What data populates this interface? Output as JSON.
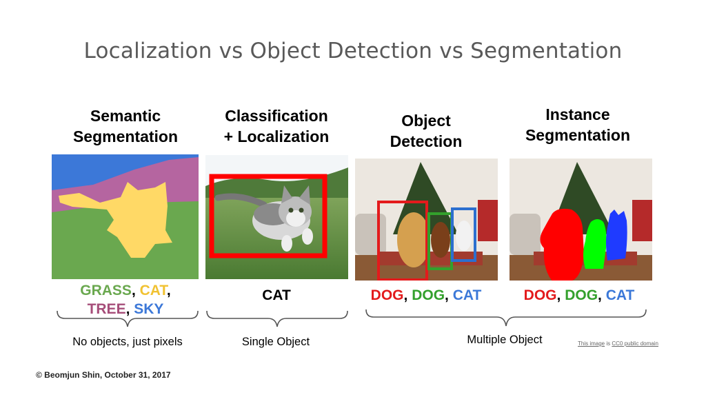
{
  "title": "Localization vs Object Detection vs Segmentation",
  "colors": {
    "grass": "#6aa84f",
    "cat": "#f1c232",
    "tree": "#a64d79",
    "sky": "#3c78d8",
    "red": "#e31a1c",
    "green": "#33a02c",
    "blue": "#3b78d8"
  },
  "columns": [
    {
      "heading_lines": [
        "Semantic",
        "Segmentation"
      ],
      "label_line1": [
        {
          "text": "GRASS",
          "color": "grass"
        },
        {
          "text": ", ",
          "color": "black"
        },
        {
          "text": "CAT",
          "color": "cat"
        },
        {
          "text": ",",
          "color": "black"
        }
      ],
      "label_line2": [
        {
          "text": "TREE",
          "color": "tree"
        },
        {
          "text": ", ",
          "color": "black"
        },
        {
          "text": "SKY",
          "color": "sky"
        }
      ]
    },
    {
      "heading_lines": [
        "Classification",
        "+ Localization"
      ],
      "label_line1": [
        {
          "text": "CAT",
          "color": "black"
        }
      ]
    },
    {
      "heading_lines": [
        "Object",
        "Detection"
      ],
      "label_line1": [
        {
          "text": "DOG",
          "color": "red"
        },
        {
          "text": ", ",
          "color": "black"
        },
        {
          "text": "DOG",
          "color": "green"
        },
        {
          "text": ", ",
          "color": "black"
        },
        {
          "text": "CAT",
          "color": "blue"
        }
      ]
    },
    {
      "heading_lines": [
        "Instance",
        "Segmentation"
      ],
      "label_line1": [
        {
          "text": "DOG",
          "color": "red"
        },
        {
          "text": ", ",
          "color": "black"
        },
        {
          "text": "DOG",
          "color": "green"
        },
        {
          "text": ", ",
          "color": "black"
        },
        {
          "text": "CAT",
          "color": "blue"
        }
      ]
    }
  ],
  "brace_labels": {
    "semantic": "No objects, just pixels",
    "single": "Single Object",
    "multiple": "Multiple Object"
  },
  "credit": {
    "link1": "This image",
    "middle": " is ",
    "link2": "CC0 public domain"
  },
  "footer": "© Beomjun Shin, October 31, 2017"
}
